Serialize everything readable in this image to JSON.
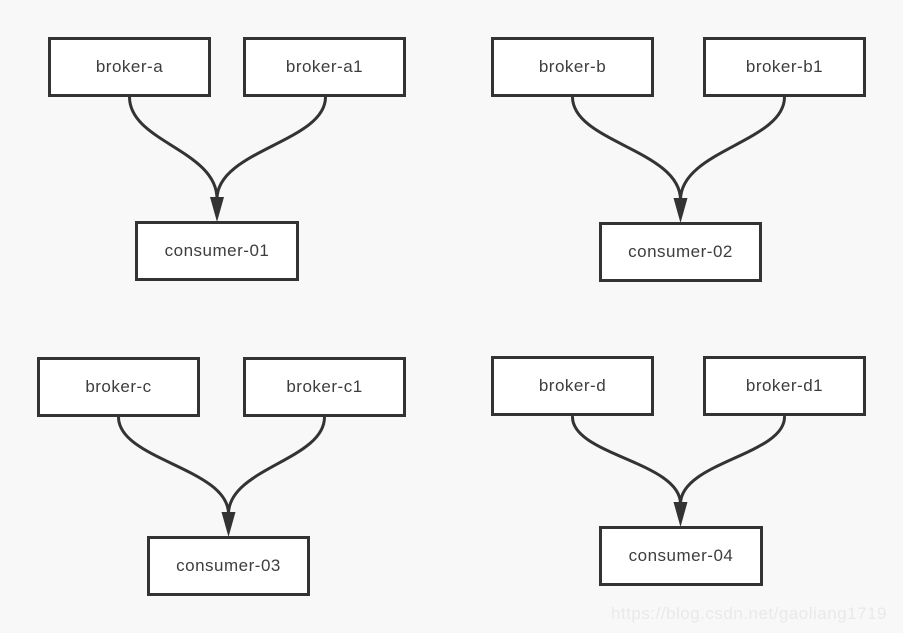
{
  "diagram": {
    "groups": [
      {
        "brokers": [
          "broker-a",
          "broker-a1"
        ],
        "consumer": "consumer-01"
      },
      {
        "brokers": [
          "broker-b",
          "broker-b1"
        ],
        "consumer": "consumer-02"
      },
      {
        "brokers": [
          "broker-c",
          "broker-c1"
        ],
        "consumer": "consumer-03"
      },
      {
        "brokers": [
          "broker-d",
          "broker-d1"
        ],
        "consumer": "consumer-04"
      }
    ],
    "edges": [
      {
        "from": "broker-a",
        "to": "consumer-01"
      },
      {
        "from": "broker-a1",
        "to": "consumer-01"
      },
      {
        "from": "broker-b",
        "to": "consumer-02"
      },
      {
        "from": "broker-b1",
        "to": "consumer-02"
      },
      {
        "from": "broker-c",
        "to": "consumer-03"
      },
      {
        "from": "broker-c1",
        "to": "consumer-03"
      },
      {
        "from": "broker-d",
        "to": "consumer-04"
      },
      {
        "from": "broker-d1",
        "to": "consumer-04"
      }
    ],
    "colors": {
      "background": "#f8f8f8",
      "node_fill": "#ffffff",
      "node_border": "#333333",
      "edge": "#333333",
      "text": "#3d3d3d",
      "watermark": "#e9e9e9"
    }
  },
  "watermark": {
    "text": "https://blog.csdn.net/gaoliang1719"
  }
}
